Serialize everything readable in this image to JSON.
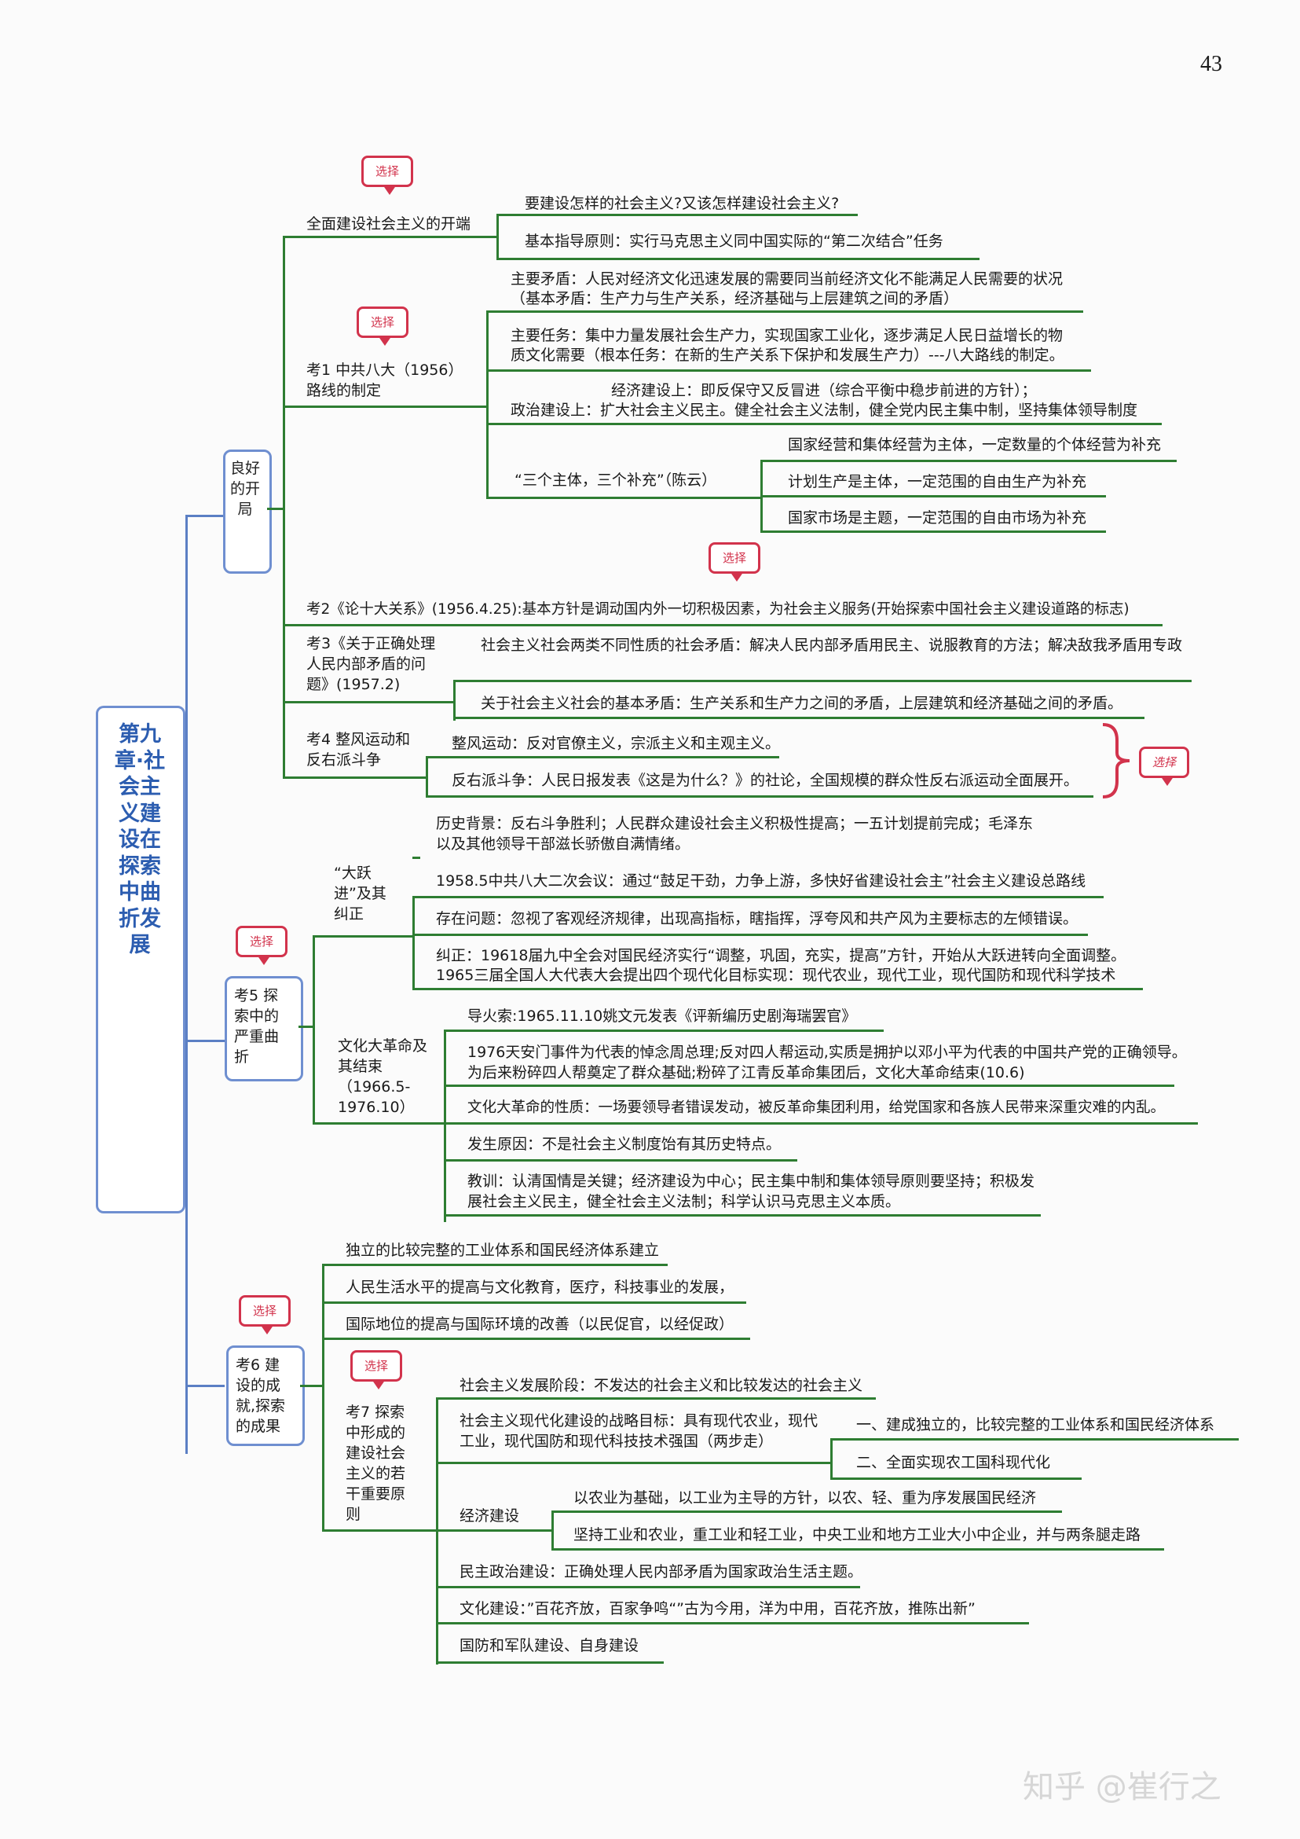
{
  "page_number": "43",
  "tag_label": "选择",
  "chapter_title": "第九章·社会主义建设在探索中曲折发展",
  "branch1": {
    "title": "良好的开局",
    "s1": {
      "title": "全面建设社会主义的开端",
      "items": [
        "要建设怎样的社会主义?又该怎样建设社会主义?",
        "基本指导原则：实行马克思主义同中国实际的“第二次结合”任务"
      ]
    },
    "s2": {
      "title": "考1 中共八大（1956）路线的制定",
      "c1": [
        "主要矛盾：人民对经济文化迅速发展的需要同当前经济文化不能满足人民需要的状况",
        "（基本矛盾：生产力与生产关系，经济基础与上层建筑之间的矛盾）"
      ],
      "c2": [
        "主要任务：集中力量发展社会生产力，实现国家工业化，逐步满足人民日益增长的物",
        "质文化需要（根本任务：在新的生产关系下保护和发展生产力）---八大路线的制定。"
      ],
      "c3": [
        "经济建设上：即反保守又反冒进（综合平衡中稳步前进的方针）；",
        "政治建设上：扩大社会主义民主。健全社会主义法制，健全党内民主集中制，坚持集体领导制度"
      ],
      "c4": {
        "title": "“三个主体，三个补充”（陈云）",
        "items": [
          "国家经营和集体经营为主体，一定数量的个体经营为补充",
          "计划生产是主体，一定范围的自由生产为补充",
          "国家市场是主题，一定范围的自由市场为补充"
        ]
      }
    },
    "s3": "考2《论十大关系》(1956.4.25):基本方针是调动国内外一切积极因素，为社会主义服务(开始探索中国社会主义建设道路的标志)",
    "s4": {
      "title": "考3《关于正确处理人民内部矛盾的问题》(1957.2)",
      "items": [
        "社会主义社会两类不同性质的社会矛盾：解决人民内部矛盾用民主、说服教育的方法；解决敌我矛盾用专政",
        "关于社会主义社会的基本矛盾：生产关系和生产力之间的矛盾，上层建筑和经济基础之间的矛盾。"
      ]
    },
    "s5": {
      "title": "考4 整风运动和反右派斗争",
      "items": [
        "整风运动：反对官僚主义，宗派主义和主观主义。",
        "反右派斗争：人民日报发表《这是为什么？》的社论，全国规模的群众性反右派运动全面展开。"
      ]
    }
  },
  "branch2": {
    "title": "考5 探索中的严重曲折",
    "s1": {
      "title": "“大跃进”及其纠正",
      "items": [
        "历史背景：反右斗争胜利；人民群众建设社会主义积极性提高；一五计划提前完成；毛泽东以及其他领导干部滋长骄傲自满情绪。",
        "1958.5中共八大二次会议：通过“鼓足干劲，力争上游，多快好省建设社会主”社会主义建设总路线",
        "存在问题：忽视了客观经济规律，出现高指标，瞎指挥，浮夸风和共产风为主要标志的左倾错误。",
        "纠正：19618届九中全会对国民经济实行“调整，巩固，充实，提高”方针，开始从大跃进转向全面调整。",
        "1965三届全国人大代表大会提出四个现代化目标实现：现代农业，现代工业，现代国防和现代科学技术"
      ]
    },
    "s2": {
      "title": "文化大革命及其结束（1966.5-1976.10）",
      "items": [
        "导火索:1965.11.10姚文元发表《评新编历史剧海瑞罢官》",
        "1976天安门事件为代表的悼念周总理;反对四人帮运动,实质是拥护以邓小平为代表的中国共产党的正确领导。为后来粉碎四人帮奠定了群众基础;粉碎了江青反革命集团后，文化大革命结束(10.6)",
        "文化大革命的性质：一场要领导者错误发动，被反革命集团利用，给党国家和各族人民带来深重灾难的内乱。",
        "发生原因：不是社会主义制度饴有其历史特点。",
        "教训：认清国情是关键；经济建设为中心；民主集中制和集体领导原则要坚持；积极发展社会主义民主，健全社会主义法制；科学认识马克思主义本质。"
      ]
    }
  },
  "branch3": {
    "title": "考6 建设的成就,探索的成果",
    "items": [
      "独立的比较完整的工业体系和国民经济体系建立",
      "人民生活水平的提高与文化教育，医疗，科技事业的发展，",
      "国际地位的提高与国际环境的改善（以民促官，以经促政）"
    ],
    "s7": {
      "title": "考7 探索中形成的建设社会主义的若干重要原则",
      "stage": "社会主义发展阶段：不发达的社会主义和比较发达的社会主义",
      "goal": "社会主义现代化建设的战略目标：具有现代农业，现代工业，现代国防和现代科技技术强国（两步走）",
      "goal_sub": [
        "一、建成独立的，比较完整的工业体系和国民经济体系",
        "二、全面实现农工国科现代化"
      ],
      "econ": "经济建设",
      "econ_sub": [
        "以农业为基础，以工业为主导的方针，以农、轻、重为序发展国民经济",
        "坚持工业和农业，重工业和轻工业，中央工业和地方工业大小中企业，并与两条腿走路"
      ],
      "items": [
        "民主政治建设：正确处理人民内部矛盾为国家政治生活主题。",
        "文化建设：”百花齐放，百家争鸣“”古为今用，洋为中用，百花齐放，推陈出新”",
        "国防和军队建设、自身建设"
      ]
    }
  },
  "watermark": "知乎 @崔行之"
}
